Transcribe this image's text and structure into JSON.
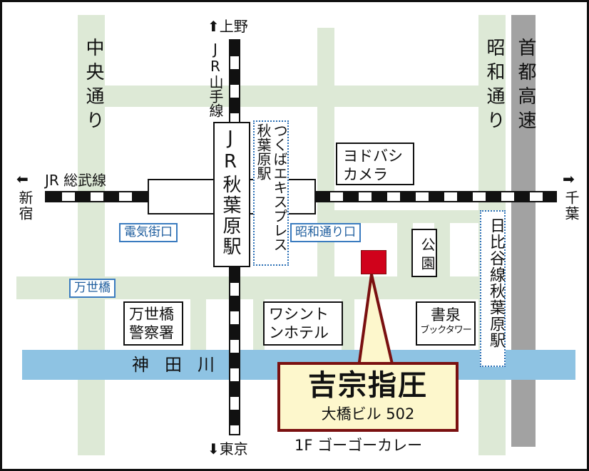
{
  "streets": {
    "chuo_dori": "中央通り",
    "showa_dori": "昭和通り",
    "shuto_kosoku": "首都高速",
    "kanda_river": "神田川"
  },
  "rail": {
    "yamanote": "JR山手線",
    "sobu": "JR 総武線",
    "akihabara_station": "JR秋葉原駅",
    "tsukuba_express": "つくばエキスプレス秋葉原駅",
    "hibiya_line": "日比谷線秋葉原駅"
  },
  "directions": {
    "north": {
      "arrow": "⬆",
      "label": "上野"
    },
    "south": {
      "arrow": "⬇",
      "label": "東京"
    },
    "west": {
      "arrow": "⬅",
      "label": "新宿"
    },
    "east": {
      "arrow": "➡",
      "label": "千葉"
    }
  },
  "exits": {
    "denkigai": "電気街口",
    "showa_dori_exit": "昭和通り口",
    "mansei_bashi": "万世橋"
  },
  "landmarks": {
    "yodobashi": "ヨドバシカメラ",
    "park": "公園",
    "mansei_police": "万世橋警察署",
    "washington": "ワシントンホテル",
    "shosen_name": "書泉",
    "shosen_sub": "ブックタワー"
  },
  "destination": {
    "name": "吉宗指圧",
    "building": "大橋ビル 502",
    "below": "1F ゴーゴーカレー",
    "marker_color": "#d0021b",
    "callout_border": "#7a1010",
    "callout_fill": "#fdf7cc"
  },
  "colors": {
    "road": "#dde9d6",
    "river": "#8ec3e3",
    "highway": "#a2a2a2",
    "exit_text": "#1f5e9e"
  }
}
